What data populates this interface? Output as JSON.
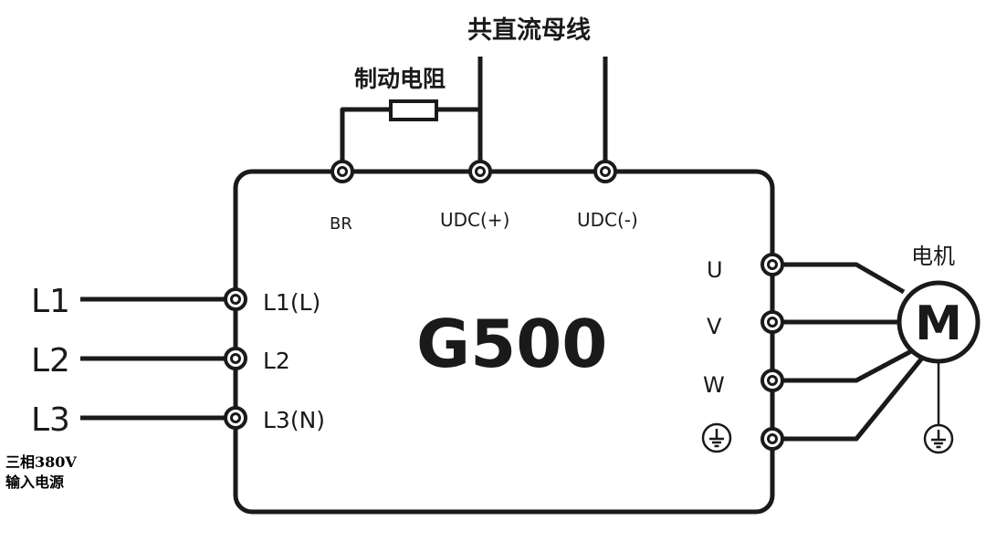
{
  "title_bus": "共直流母线",
  "brake_resistor": "制动电阻",
  "top_terminals": {
    "br": "BR",
    "udc_plus": "UDC(+)",
    "udc_minus": "UDC(-)"
  },
  "input_lines": [
    "L1",
    "L2",
    "L3"
  ],
  "input_terminals": [
    "L1(L)",
    "L2",
    "L3(N)"
  ],
  "input_note": [
    "三相380V",
    "输入电源"
  ],
  "model": "G500",
  "output_terminals": [
    "U",
    "V",
    "W"
  ],
  "motor_label": "电机",
  "motor_symbol": "M",
  "ground_icon": "ground-icon"
}
